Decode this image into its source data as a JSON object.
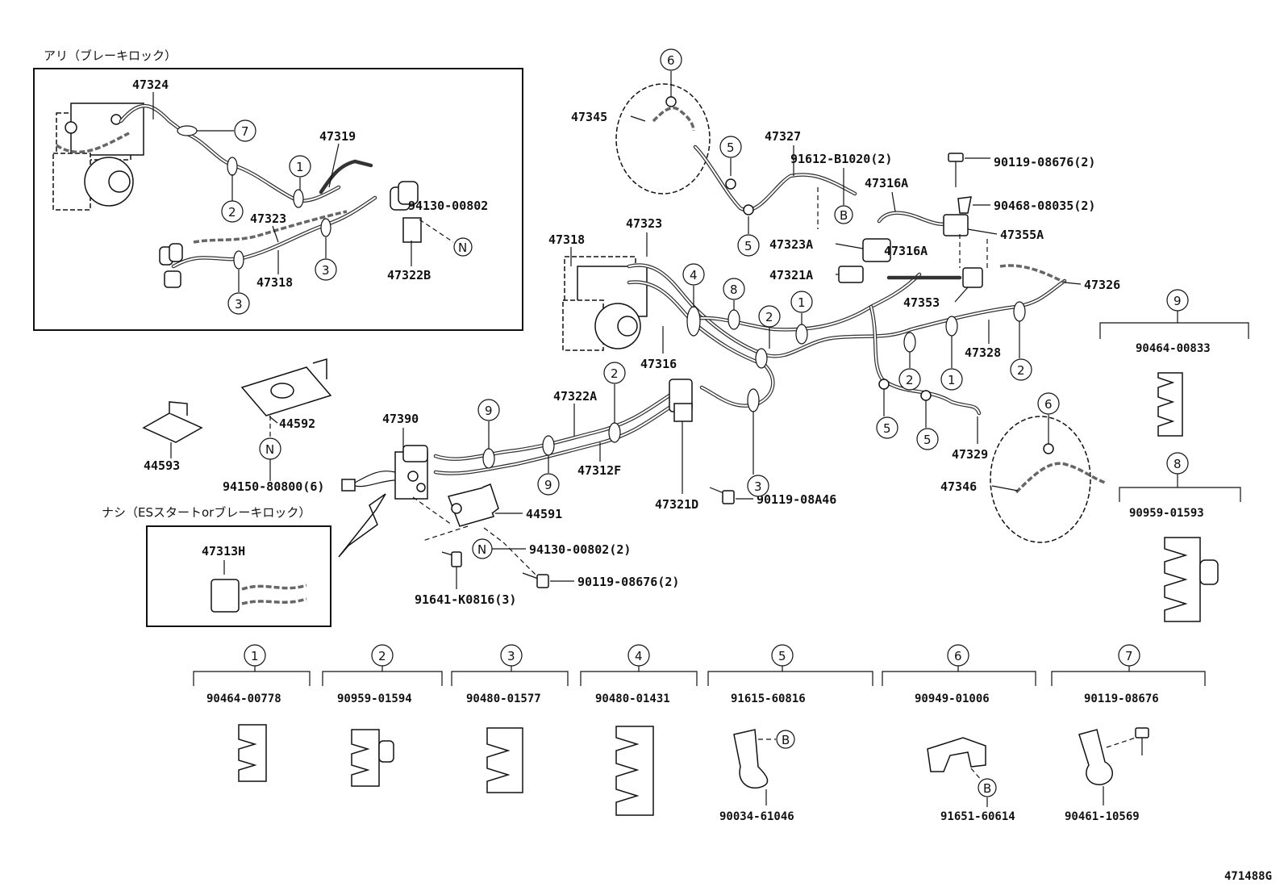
{
  "figure_id": "471488G",
  "boxes": {
    "ari_brake_lock": "アリ（ブレーキロック）",
    "nashi_es_start": "ナシ（ESスタートorブレーキロック）"
  },
  "parts": {
    "p47324": "47324",
    "p47319": "47319",
    "p47323_inset": "47323",
    "p94130_00802_inset": "94130-00802",
    "p47318_inset": "47318",
    "p47322B": "47322B",
    "p44592": "44592",
    "p44593": "44593",
    "p94150": "94150-80800(6)",
    "p47390": "47390",
    "p47313H": "47313H",
    "p44591": "44591",
    "p94130_00802_2": "94130-00802(2)",
    "p90119_08676_2b": "90119-08676(2)",
    "p91641": "91641-K0816(3)",
    "p47322A": "47322A",
    "p47312F": "47312F",
    "p47321D": "47321D",
    "p90119_08A46": "90119-08A46",
    "p47318": "47318",
    "p47323": "47323",
    "p47316": "47316",
    "p47345": "47345",
    "p47327": "47327",
    "p91612": "91612-B1020(2)",
    "p47316A_a": "47316A",
    "p47316A_b": "47316A",
    "p47323A": "47323A",
    "p47321A": "47321A",
    "p47353": "47353",
    "p47355A": "47355A",
    "p90119_08676_2a": "90119-08676(2)",
    "p90468": "90468-08035(2)",
    "p47326": "47326",
    "p47328": "47328",
    "p47329": "47329",
    "p47346": "47346",
    "p90464_00833": "90464-00833",
    "p90959_01593": "90959-01593"
  },
  "legend": [
    {
      "num": "1",
      "part": "90464-00778"
    },
    {
      "num": "2",
      "part": "90959-01594"
    },
    {
      "num": "3",
      "part": "90480-01577"
    },
    {
      "num": "4",
      "part": "90480-01431"
    },
    {
      "num": "5",
      "part": "91615-60816",
      "sub": "90034-61046",
      "mark": "B"
    },
    {
      "num": "6",
      "part": "90949-01006",
      "sub": "91651-60614",
      "mark": "B"
    },
    {
      "num": "7",
      "part": "90119-08676",
      "sub": "90461-10569"
    }
  ],
  "legend_right": [
    {
      "num": "9",
      "part": "90464-00833"
    },
    {
      "num": "8",
      "part": "90959-01593"
    }
  ],
  "markers": {
    "N": "N",
    "B": "B"
  },
  "callouts": [
    "1",
    "2",
    "3",
    "4",
    "5",
    "6",
    "7",
    "8",
    "9"
  ]
}
